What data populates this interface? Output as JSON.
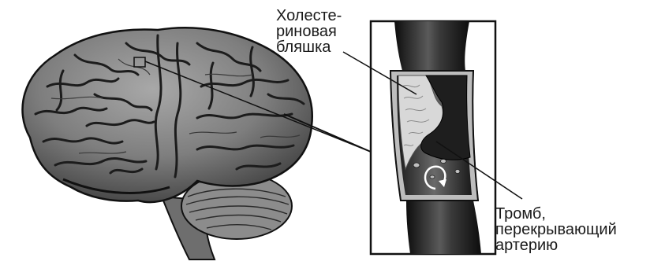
{
  "labels": {
    "plaque": [
      "Холесте-",
      "риновая",
      "бляшка"
    ],
    "thrombus": [
      "Тромб,",
      "перекрывающий",
      "артерию"
    ]
  },
  "colors": {
    "brain": "#8a8a8a",
    "sulci": "#1c1c1c",
    "artery_wall": "#2a2a2a",
    "plaque": "#d8d8d8",
    "outline": "#111111"
  }
}
